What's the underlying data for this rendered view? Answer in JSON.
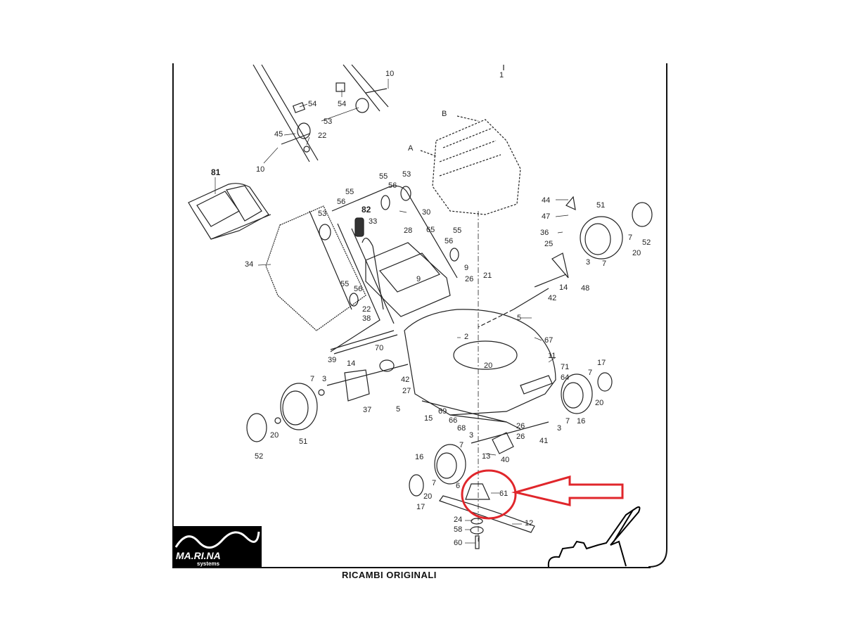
{
  "diagram": {
    "title": "Exploded parts diagram - lawn mower",
    "footer_text": "RICAMBI ORIGINALI",
    "logo": {
      "name": "MA.RI.NA",
      "subtitle": "systems"
    },
    "highlight": {
      "part": "61",
      "color": "#e0262b",
      "note_shape": "circle-with-arrow"
    },
    "connector_labels": [
      "A",
      "B"
    ],
    "part_labels": [
      {
        "id": "p1",
        "text": "1"
      },
      {
        "id": "p10a",
        "text": "10"
      },
      {
        "id": "p54a",
        "text": "54"
      },
      {
        "id": "p54b",
        "text": "54"
      },
      {
        "id": "p53a",
        "text": "53"
      },
      {
        "id": "p45",
        "text": "45"
      },
      {
        "id": "p22a",
        "text": "22"
      },
      {
        "id": "p10b",
        "text": "10"
      },
      {
        "id": "p81",
        "text": "81"
      },
      {
        "id": "p55a",
        "text": "55"
      },
      {
        "id": "p56a",
        "text": "56"
      },
      {
        "id": "p53b",
        "text": "53"
      },
      {
        "id": "p55b",
        "text": "55"
      },
      {
        "id": "p56b",
        "text": "56"
      },
      {
        "id": "p82",
        "text": "82"
      },
      {
        "id": "p33",
        "text": "33"
      },
      {
        "id": "p53c",
        "text": "53"
      },
      {
        "id": "p30",
        "text": "30"
      },
      {
        "id": "p28",
        "text": "28"
      },
      {
        "id": "p65",
        "text": "65"
      },
      {
        "id": "p55c",
        "text": "55"
      },
      {
        "id": "p56c",
        "text": "56"
      },
      {
        "id": "p34",
        "text": "34"
      },
      {
        "id": "p9a",
        "text": "9"
      },
      {
        "id": "p9b",
        "text": "9"
      },
      {
        "id": "p26a",
        "text": "26"
      },
      {
        "id": "p21",
        "text": "21"
      },
      {
        "id": "p55d",
        "text": "55"
      },
      {
        "id": "p56d",
        "text": "56"
      },
      {
        "id": "p22b",
        "text": "22"
      },
      {
        "id": "p38",
        "text": "38"
      },
      {
        "id": "p44",
        "text": "44"
      },
      {
        "id": "p47",
        "text": "47"
      },
      {
        "id": "p36",
        "text": "36"
      },
      {
        "id": "p51a",
        "text": "51"
      },
      {
        "id": "p7a",
        "text": "7"
      },
      {
        "id": "p52a",
        "text": "52"
      },
      {
        "id": "p20a",
        "text": "20"
      },
      {
        "id": "p25",
        "text": "25"
      },
      {
        "id": "p3a",
        "text": "3"
      },
      {
        "id": "p7b",
        "text": "7"
      },
      {
        "id": "p14a",
        "text": "14"
      },
      {
        "id": "p48",
        "text": "48"
      },
      {
        "id": "p42a",
        "text": "42"
      },
      {
        "id": "p5a",
        "text": "5"
      },
      {
        "id": "p2",
        "text": "2"
      },
      {
        "id": "p67",
        "text": "67"
      },
      {
        "id": "p20b",
        "text": "20"
      },
      {
        "id": "p11",
        "text": "11"
      },
      {
        "id": "p71",
        "text": "71"
      },
      {
        "id": "p64",
        "text": "64"
      },
      {
        "id": "p17a",
        "text": "17"
      },
      {
        "id": "p7c",
        "text": "7"
      },
      {
        "id": "p20c",
        "text": "20"
      },
      {
        "id": "p16a",
        "text": "16"
      },
      {
        "id": "p7d",
        "text": "7"
      },
      {
        "id": "p3b",
        "text": "3"
      },
      {
        "id": "p26b",
        "text": "26"
      },
      {
        "id": "p70",
        "text": "70"
      },
      {
        "id": "p39",
        "text": "39"
      },
      {
        "id": "p14b",
        "text": "14"
      },
      {
        "id": "p42b",
        "text": "42"
      },
      {
        "id": "p7e",
        "text": "7"
      },
      {
        "id": "p3c",
        "text": "3"
      },
      {
        "id": "p27",
        "text": "27"
      },
      {
        "id": "p37",
        "text": "37"
      },
      {
        "id": "p5b",
        "text": "5"
      },
      {
        "id": "p15",
        "text": "15"
      },
      {
        "id": "p69",
        "text": "69"
      },
      {
        "id": "p66",
        "text": "66"
      },
      {
        "id": "p68",
        "text": "68"
      },
      {
        "id": "p26c",
        "text": "26"
      },
      {
        "id": "p41",
        "text": "41"
      },
      {
        "id": "p7f",
        "text": "7"
      },
      {
        "id": "p20d",
        "text": "20"
      },
      {
        "id": "p51b",
        "text": "51"
      },
      {
        "id": "p52b",
        "text": "52"
      },
      {
        "id": "p3d",
        "text": "3"
      },
      {
        "id": "p13",
        "text": "13"
      },
      {
        "id": "p40",
        "text": "40"
      },
      {
        "id": "p16b",
        "text": "16"
      },
      {
        "id": "p7g",
        "text": "7"
      },
      {
        "id": "p20e",
        "text": "20"
      },
      {
        "id": "p17b",
        "text": "17"
      },
      {
        "id": "p6",
        "text": "6"
      },
      {
        "id": "p61",
        "text": "61"
      },
      {
        "id": "p12",
        "text": "12"
      },
      {
        "id": "p24",
        "text": "24"
      },
      {
        "id": "p58",
        "text": "58"
      },
      {
        "id": "p60",
        "text": "60"
      }
    ]
  }
}
